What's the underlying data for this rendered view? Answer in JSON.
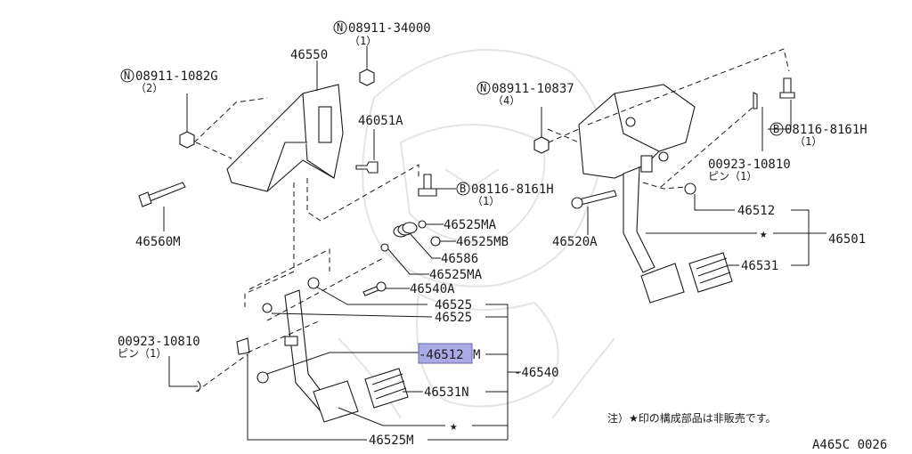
{
  "bolts": {
    "n1": {
      "letter": "N",
      "code": "08911-34000",
      "qty": "（1）"
    },
    "n2": {
      "letter": "N",
      "code": "08911-1082G",
      "qty": "（2）"
    },
    "n3": {
      "letter": "N",
      "code": "08911-10837",
      "qty": "（4）"
    },
    "b1": {
      "letter": "B",
      "code": "08116-8161H",
      "qty": "（1）"
    },
    "b2": {
      "letter": "B",
      "code": "08116-8161H",
      "qty": "（1）"
    }
  },
  "pins": {
    "left": {
      "code": "00923-10810",
      "name": "ピン（1）"
    },
    "right": {
      "code": "00923-10810",
      "name": "ピン（1）"
    }
  },
  "parts": {
    "p46550": "46550",
    "p46051A": "46051A",
    "p46560M": "46560M",
    "p46525MA_1": "46525MA",
    "p46525MB": "46525MB",
    "p46586": "46586",
    "p46525MA_2": "46525MA",
    "p46540A": "46540A",
    "p46525_1": "46525",
    "p46525_2": "46525",
    "p46512M_a": "-46512",
    "p46512M_b": "M",
    "p46540": "-46540",
    "p46531N": "46531N",
    "p46525M": "46525M",
    "p46520A": "46520A",
    "p46512": "46512",
    "p46501": "46501",
    "p46531": "46531"
  },
  "star": "★",
  "note": "注）★印の構成部品は非販売です。",
  "figure_code": "A465C 0026",
  "highlight_color": "#a9a9e6"
}
